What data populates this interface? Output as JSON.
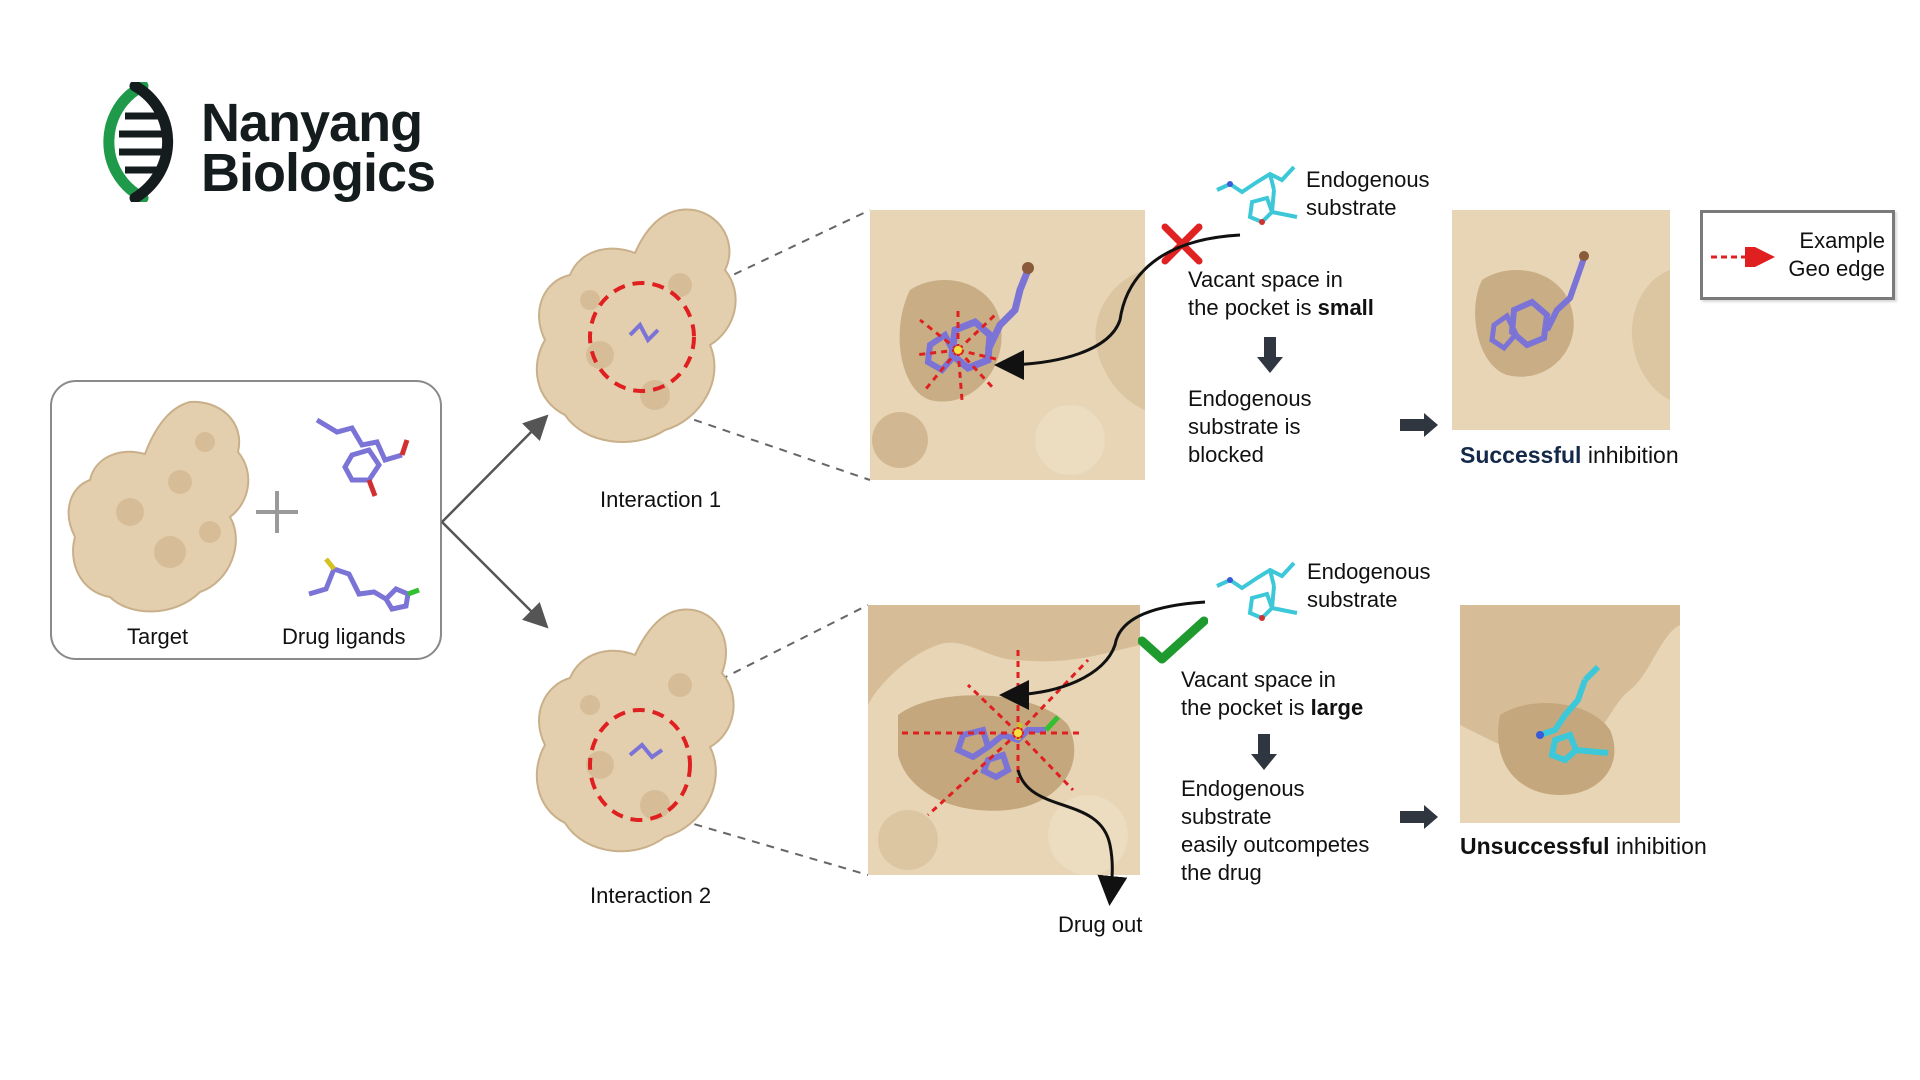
{
  "logo": {
    "line1": "Nanyang",
    "line2": "Biologics",
    "icon": "dna-helix-icon",
    "colors": {
      "green": "#1f9a4a",
      "dark": "#151c1e"
    }
  },
  "input": {
    "target_label": "Target",
    "ligands_label": "Drug ligands"
  },
  "legend": {
    "line1": "Example",
    "line2": "Geo edge",
    "edge_color": "#e02020"
  },
  "interaction1": {
    "label": "Interaction 1",
    "substrate_line1": "Endogenous",
    "substrate_line2": "substrate",
    "vacant_line1": "Vacant space in",
    "vacant_line2_prefix": "the pocket is ",
    "vacant_keyword": "small",
    "outcome_line1": "Endogenous",
    "outcome_line2": "substrate is",
    "outcome_line3": "blocked",
    "result_keyword": "Successful",
    "result_suffix": " inhibition"
  },
  "interaction2": {
    "label": "Interaction 2",
    "substrate_line1": "Endogenous",
    "substrate_line2": "substrate",
    "vacant_line1": "Vacant space in",
    "vacant_line2_prefix": "the pocket is ",
    "vacant_keyword": "large",
    "outcome_line1": "Endogenous",
    "outcome_line2": "substrate",
    "outcome_line3": "easily outcompetes",
    "outcome_line4": "the drug",
    "drug_out": "Drug out",
    "result_keyword": "Unsuccessful",
    "result_suffix": " inhibition"
  },
  "colors": {
    "protein": "#e3cfae",
    "protein_dark": "#c9b08a",
    "drug": "#7b74d6",
    "substrate": "#3cc8d8",
    "reject": "#e02222",
    "accept": "#1e9a2e",
    "result_text": "#14284a"
  }
}
